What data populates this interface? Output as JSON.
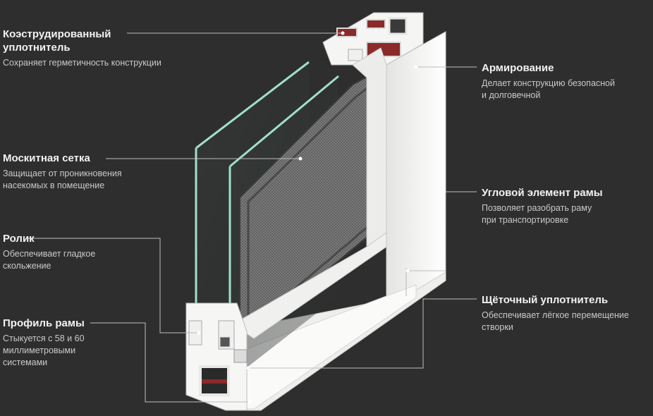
{
  "callouts": {
    "coextruded_seal": {
      "title": [
        "Коэструдированный",
        "уплотнитель"
      ],
      "description": [
        "Сохраняет герметичность конструкции"
      ]
    },
    "mosquito_net": {
      "title": [
        "Москитная сетка"
      ],
      "description": [
        "Защищает от проникновения",
        "насекомых в помещение"
      ]
    },
    "roller": {
      "title": [
        "Ролик"
      ],
      "description": [
        "Обеспечивает гладкое",
        "скольжение"
      ]
    },
    "frame_profile": {
      "title": [
        "Профиль рамы"
      ],
      "description": [
        "Стыкуется с 58 и 60",
        "миллиметровыми",
        "системами"
      ]
    },
    "reinforcement": {
      "title": [
        "Армирование"
      ],
      "description": [
        "Делает конструкцию безопасной",
        "и долговечной"
      ]
    },
    "corner_element": {
      "title": [
        "Угловой элемент рамы"
      ],
      "description": [
        "Позволяет разобрать раму",
        "при транспортировке"
      ]
    },
    "brush_seal": {
      "title": [
        "Щёточный уплотнитель"
      ],
      "description": [
        "Обеспечивает лёгкое перемещение",
        "створки"
      ]
    }
  },
  "colors": {
    "background": "#2e2e2e",
    "profile": "#f4f4f2",
    "glass_edge": "#8fd6c0",
    "seal": "#8a2a2a",
    "mesh": "#6a6a6a",
    "leader_line": "#bdbdbd"
  }
}
